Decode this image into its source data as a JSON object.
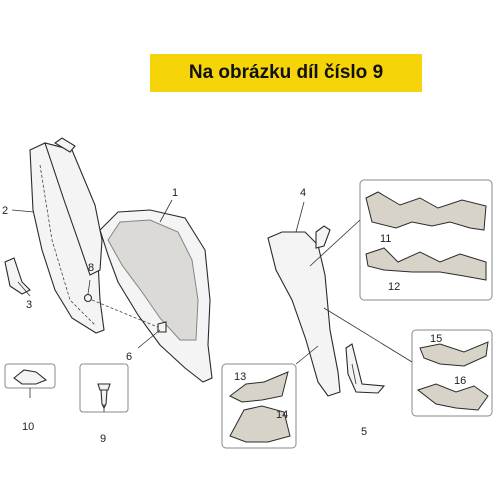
{
  "banner": {
    "text": "Na obrázku díl číslo 9"
  },
  "labels": {
    "p1": "1",
    "p2": "2",
    "p3": "3",
    "p4": "4",
    "p5": "5",
    "p6": "6",
    "p8": "8",
    "p9": "9",
    "p10": "10",
    "p11": "11",
    "p12": "12",
    "p13": "13",
    "p14": "14",
    "p15": "15",
    "p16": "16"
  }
}
